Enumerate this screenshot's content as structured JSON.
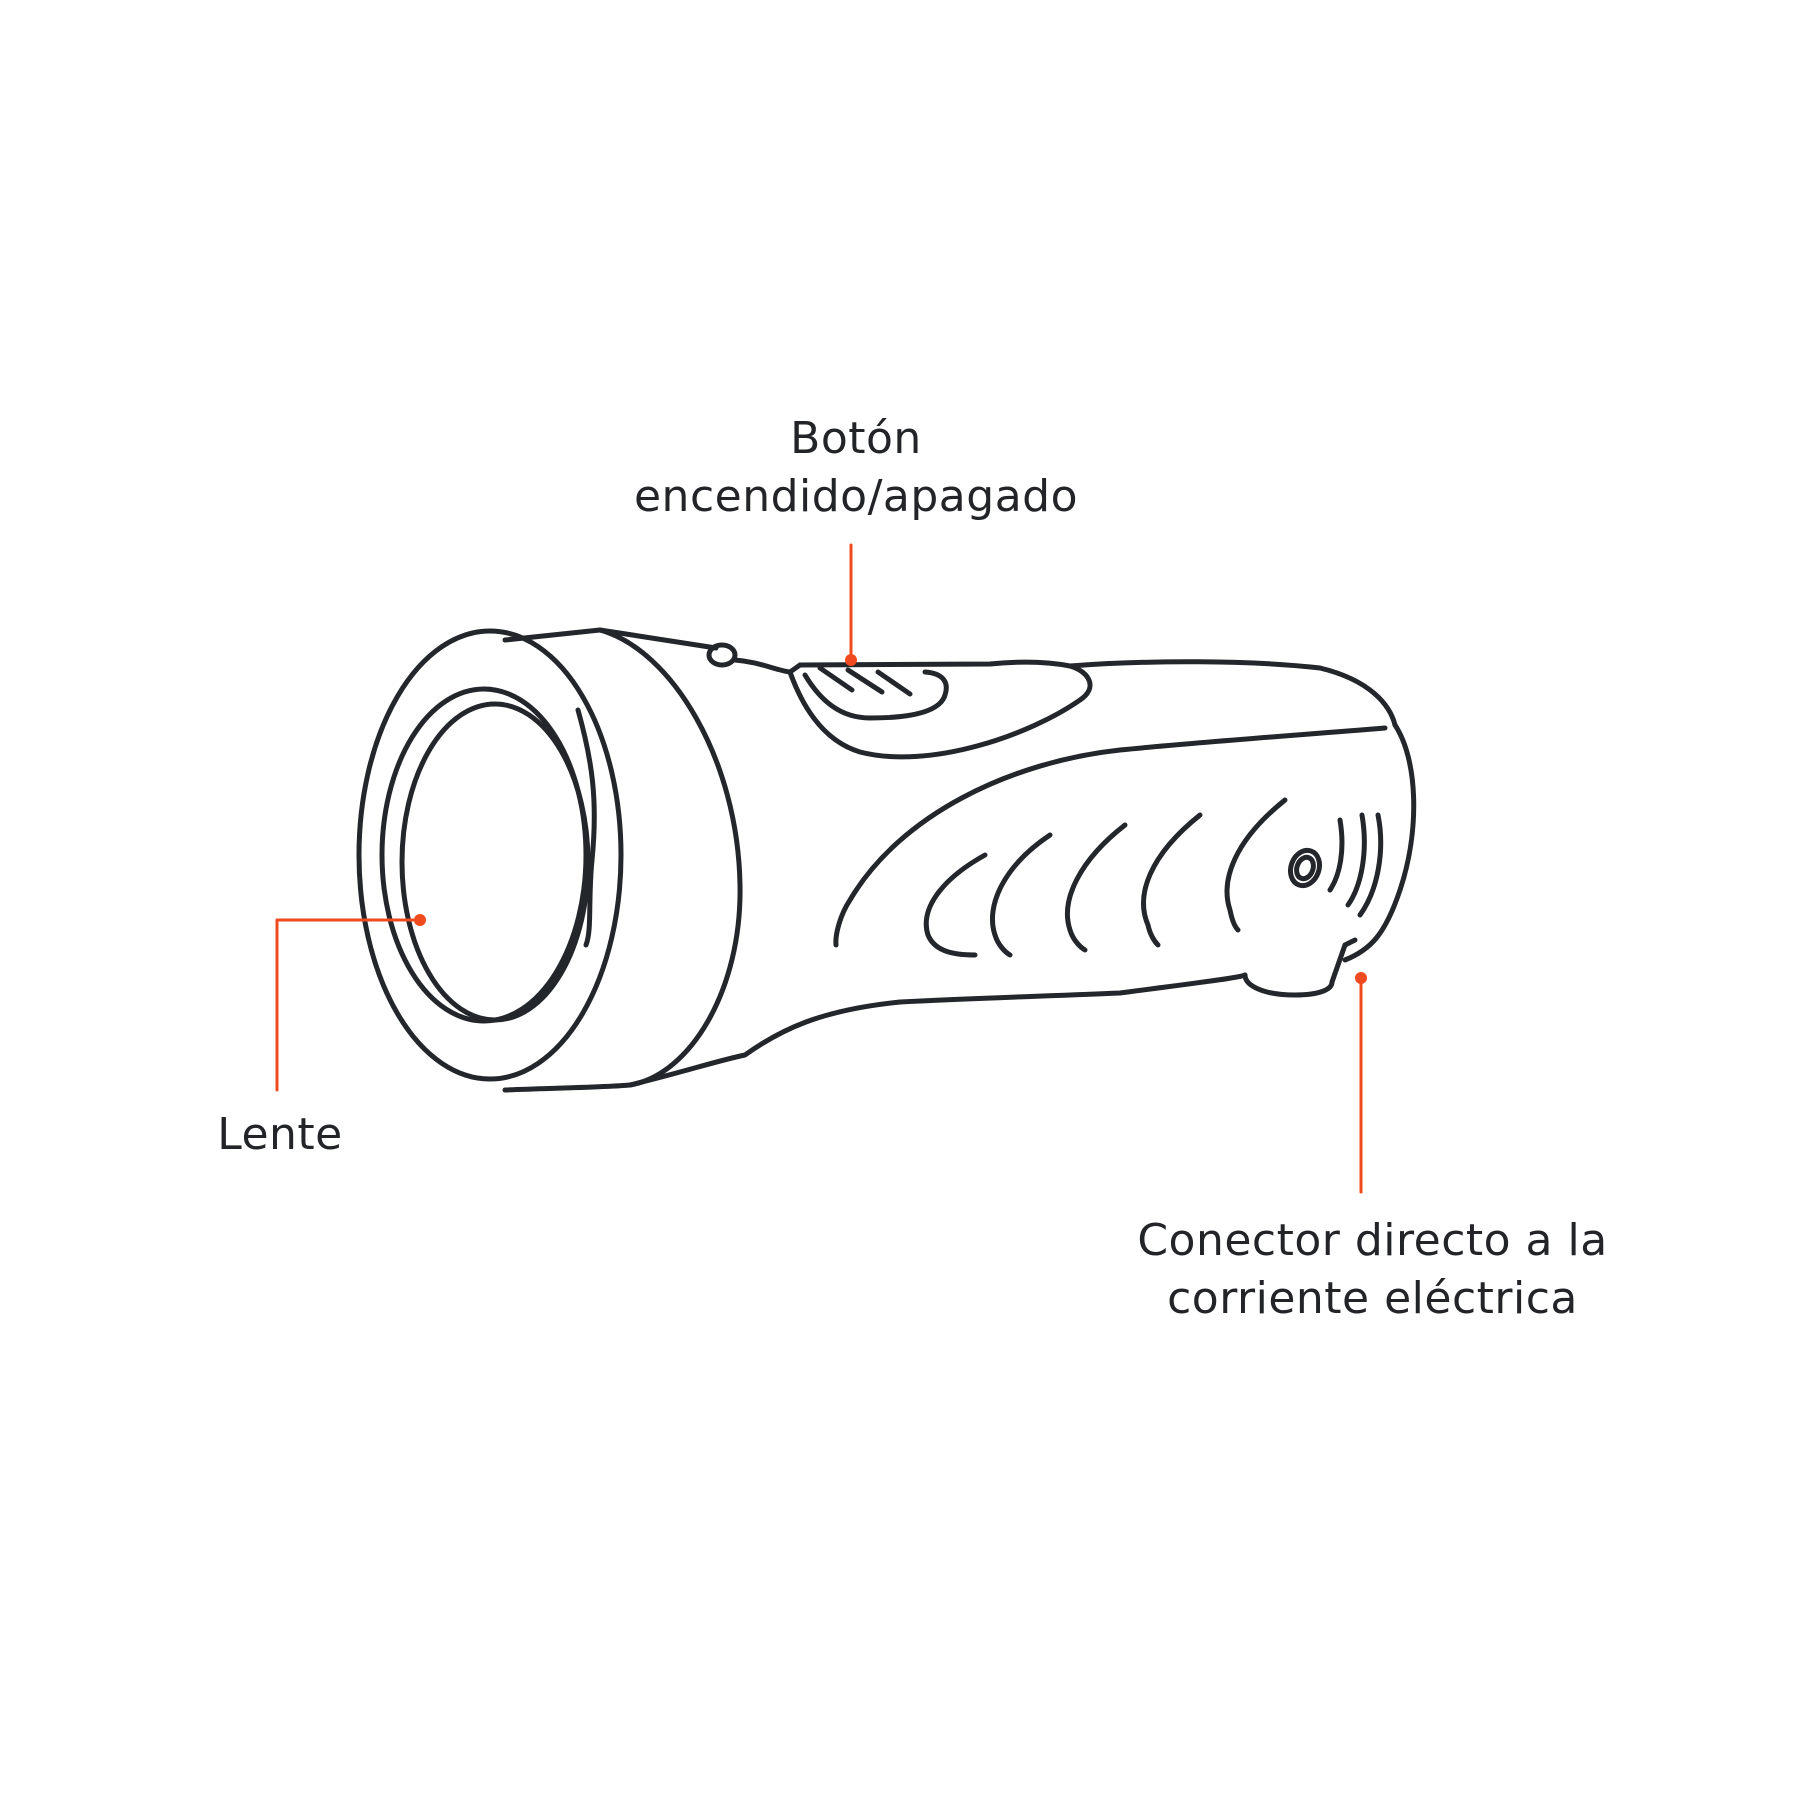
{
  "callouts": {
    "button": {
      "line1": "Botón",
      "line2": "encendido/apagado"
    },
    "lens": {
      "text": "Lente"
    },
    "connector": {
      "line1": "Conector directo a la",
      "line2": "corriente eléctrica"
    }
  },
  "colors": {
    "outline": "#23262b",
    "leader": "#ef4b1f",
    "text": "#222428",
    "background": "#ffffff"
  },
  "icons": {
    "illustration": "flashlight-line-drawing"
  }
}
